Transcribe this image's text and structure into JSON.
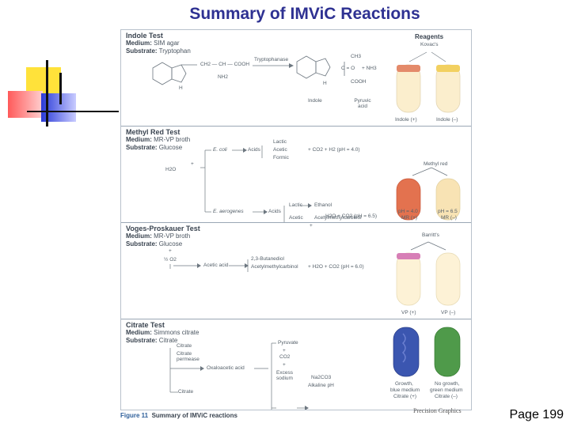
{
  "slide": {
    "title": "Summary of IMViC Reactions",
    "page_number": "Page 199"
  },
  "figure": {
    "caption_num": "Figure 11",
    "caption_text": "Summary of IMViC reactions",
    "credit": "Precision Graphics"
  },
  "indole": {
    "title": "Indole Test",
    "medium_label": "Medium:",
    "medium": "SIM agar",
    "substrate_label": "Substrate:",
    "substrate": "Tryptophan",
    "reagents_label": "Reagents",
    "reagent": "Kovac's",
    "enzyme": "Tryptophanase",
    "chain": "CH2 — CH — COOH",
    "nh2": "NH2",
    "h1": "H",
    "h2": "H",
    "ch3": "CH3",
    "co": "C = O",
    "plus_nh3": "+ NH3",
    "cooh": "COOH",
    "indole_product": "Indole",
    "pyruvic": "Pyruvic acid",
    "tube_pos": "Indole (+)",
    "tube_neg": "Indole (–)",
    "colors": {
      "pos_top": "#e48a6a",
      "neg_top": "#f2d060",
      "body": "#fbeecd"
    }
  },
  "methylred": {
    "title": "Methyl Red Test",
    "medium_label": "Medium:",
    "medium": "MR-VP broth",
    "substrate_label": "Substrate:",
    "substrate": "Glucose",
    "plus": "+",
    "h2o": "H2O",
    "ecoli": "E. coli",
    "acids1": "Acids",
    "lactic1": "Lactic",
    "acetic1": "Acetic",
    "formic": "Formic",
    "co2_h2": "+   CO2  +  H2 (pH = 4.0)",
    "eaerogenes": "E. aerogenes",
    "acids2": "Acids",
    "lactic2": "Lactic",
    "ethanol": "Ethanol",
    "acetic2": "Acetic",
    "acetyl": "Acetylmethylcarbinol",
    "plus2": "+",
    "h2o_co2": "H2O  +  CO2 (pH = 6.5)",
    "reagent": "Methyl red",
    "tube_pos_ph": "pH = 4.0",
    "tube_pos": "MR (+)",
    "tube_neg_ph": "pH = 6.5",
    "tube_neg": "MR (–)",
    "colors": {
      "pos": "#e3724f",
      "neg": "#f8e3b4"
    }
  },
  "vp": {
    "title": "Voges-Proskauer Test",
    "medium_label": "Medium:",
    "medium": "MR-VP broth",
    "substrate_label": "Substrate:",
    "substrate": "Glucose",
    "plus": "+",
    "o2": "½ O2",
    "acetic": "Acetic acid",
    "butanediol": "2,3-Butanediol",
    "acetyl": "Acetylmethylcarbinol",
    "products": "+   H2O   +   CO2 (pH = 6.0)",
    "reagent": "Barritt's",
    "tube_pos": "VP (+)",
    "tube_neg": "VP (–)",
    "colors": {
      "pos_top": "#d77fb6",
      "body": "#fdf2d6"
    }
  },
  "citrate": {
    "title": "Citrate Test",
    "medium_label": "Medium:",
    "medium": "Simmons citrate",
    "substrate_label": "Substrate:",
    "substrate": "Citrate",
    "permease": "Citrate permease",
    "citrate2": "Citrate",
    "oxalo": "Oxaloacetic acid",
    "pyruvate": "Pyruvate",
    "plus1": "+",
    "co2": "CO2",
    "plus2": "+",
    "excess": "Excess sodium",
    "na2co3": "Na2CO3",
    "alkaline": "Alkaline pH",
    "tube_pos_1": "Growth,",
    "tube_pos_2": "blue medium",
    "tube_pos_3": "Citrate (+)",
    "tube_neg_1": "No growth,",
    "tube_neg_2": "green medium",
    "tube_neg_3": "Citrate (–)",
    "colors": {
      "pos": "#3b56b0",
      "neg": "#4f9a4a"
    }
  }
}
